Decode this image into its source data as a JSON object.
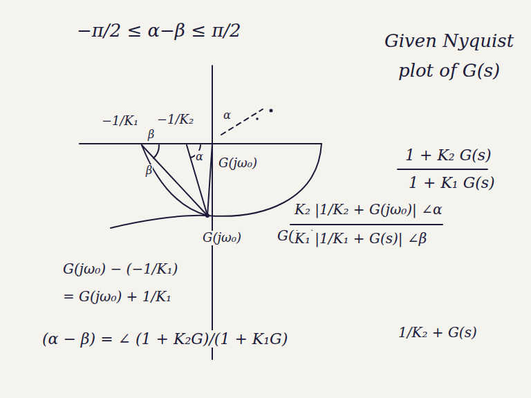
{
  "diagram": {
    "labels": [
      "−π/2 ≤ α−β ≤ π/2",
      "Given Nyquist",
      "plot of G(s)",
      "−1/K₁",
      "−1/K₂",
      "β",
      "α",
      "β",
      "α",
      "G(jω₀)",
      "G(jω₀)",
      "G(jω)",
      "G(jω₀) − (−1/K₁)",
      "= G(jω₀) + 1/K₁",
      "(α − β) = ∠ (1 + K₂G)/(1 + K₁G)",
      "1 + K₂ G(s)",
      "1 + K₁ G(s)",
      "K₂ |1/K₂ + G(jω₀)| ∠α",
      "K₁ |1/K₁ + G(s)| ∠β",
      "1/K₂ + G(s)"
    ]
  }
}
